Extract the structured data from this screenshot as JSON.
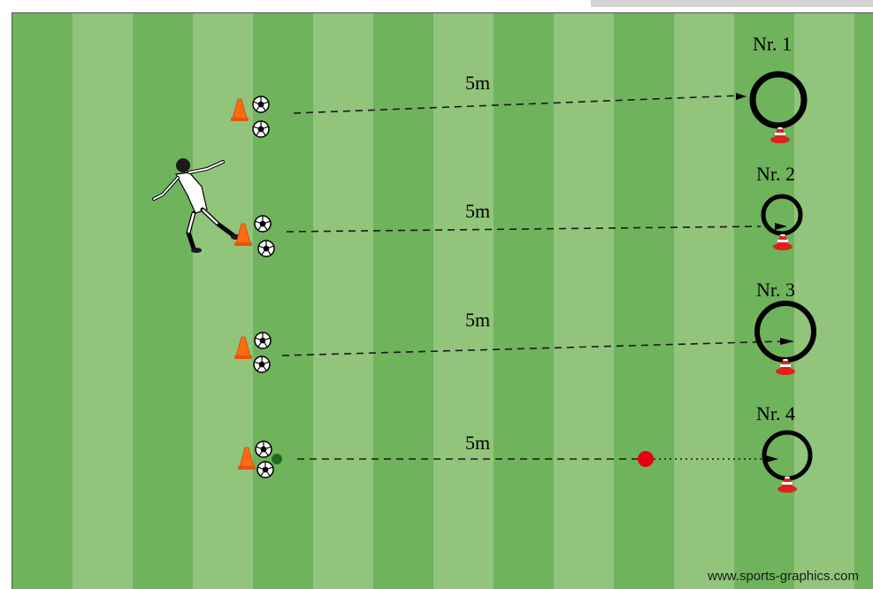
{
  "colors": {
    "stripe_dark": "#6fb35c",
    "stripe_light": "#92c47c",
    "cone": "#ff6a13",
    "target_cone": "#e0201c",
    "ball_marker": "#e60012",
    "start_marker": "#1f6b1f"
  },
  "stations": [
    {
      "label": "Nr. 1",
      "distance": "5m"
    },
    {
      "label": "Nr. 2",
      "distance": "5m"
    },
    {
      "label": "Nr. 3",
      "distance": "5m"
    },
    {
      "label": "Nr. 4",
      "distance": "5m"
    }
  ],
  "icons": [
    "cone-icon",
    "soccer-ball-icon",
    "player-icon",
    "target-ring-icon",
    "marker-cone-icon"
  ],
  "watermark": "www.sports-graphics.com"
}
